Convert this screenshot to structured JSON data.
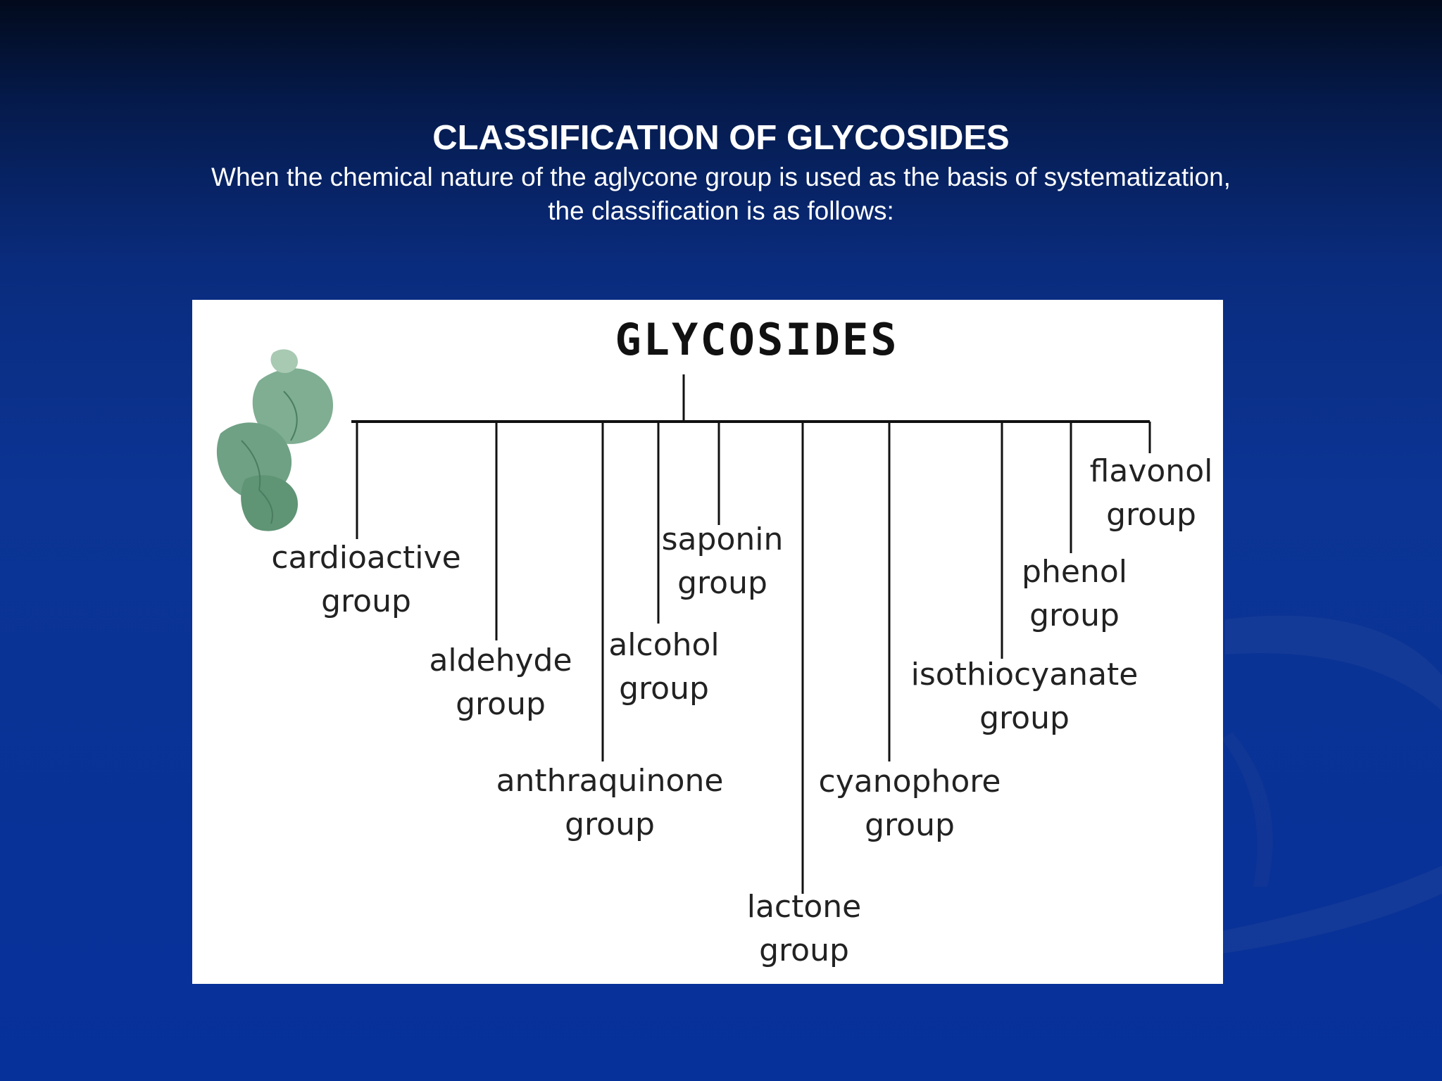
{
  "slide": {
    "title": "CLASSIFICATION OF GLYCOSIDES",
    "subtitle_line1": "When the chemical nature of the aglycone group is used as the basis of systematization,",
    "subtitle_line2": "the classification is as follows:"
  },
  "diagram": {
    "root": "GLYCOSIDES",
    "branches": [
      {
        "name": "cardioactive",
        "suffix": "group"
      },
      {
        "name": "aldehyde",
        "suffix": "group"
      },
      {
        "name": "anthraquinone",
        "suffix": "group"
      },
      {
        "name": "alcohol",
        "suffix": "group"
      },
      {
        "name": "saponin",
        "suffix": "group"
      },
      {
        "name": "lactone",
        "suffix": "group"
      },
      {
        "name": "cyanophore",
        "suffix": "group"
      },
      {
        "name": "isothiocyanate",
        "suffix": "group"
      },
      {
        "name": "phenol",
        "suffix": "group"
      },
      {
        "name": "flavonol",
        "suffix": "group"
      }
    ],
    "line_color": "#111111",
    "leaf_icon": "plant-leaves-icon"
  },
  "colors": {
    "background_top": "#020a1c",
    "background_bottom": "#07319a",
    "panel": "#ffffff",
    "text": "#ffffff"
  }
}
